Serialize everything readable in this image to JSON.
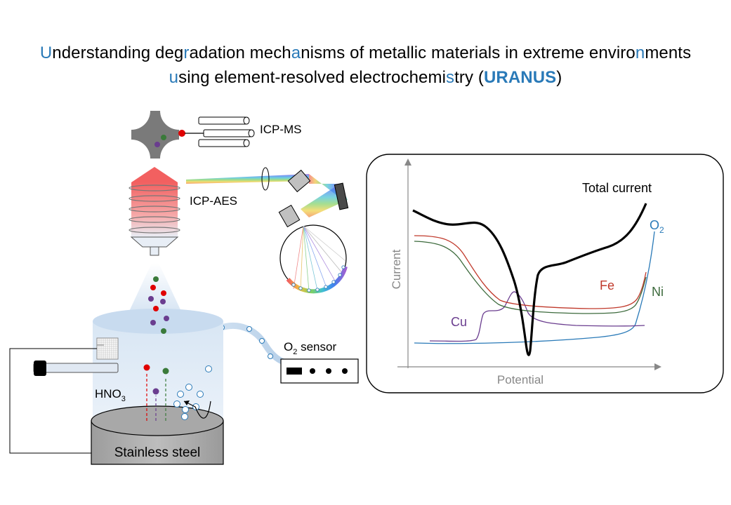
{
  "title": {
    "line1": [
      "U",
      "nderstanding deg",
      "r",
      "adation mech",
      "a",
      "nisms of metallic materials in extreme enviro",
      "n",
      "ments"
    ],
    "line2": [
      "u",
      "sing element-resolved electrochemi",
      "s",
      "try (",
      "URANUS",
      ")"
    ]
  },
  "labels": {
    "icp_ms": "ICP-MS",
    "icp_aes": "ICP-AES",
    "o2_sensor_main": "O",
    "o2_sensor_sub": "2",
    "o2_sensor_rest": " sensor",
    "hno3_main": "HNO",
    "hno3_sub": "3",
    "sample": "Stainless steel"
  },
  "chart_data": {
    "type": "line",
    "xlabel": "Potential",
    "ylabel": "Current",
    "series": [
      {
        "name": "Total current",
        "color": "#000000"
      },
      {
        "name": "Fe",
        "color": "#c0392b"
      },
      {
        "name": "Ni",
        "color": "#3c6a3c"
      },
      {
        "name": "Cu",
        "color": "#6a3d8f"
      },
      {
        "name": "O",
        "name_sub": "2",
        "color": "#2a7ab8"
      }
    ]
  },
  "colors": {
    "accent": "#2a7ab8",
    "droplet_red": "#e00000",
    "droplet_green": "#3a7a3a",
    "droplet_purple": "#6a3d8f"
  }
}
